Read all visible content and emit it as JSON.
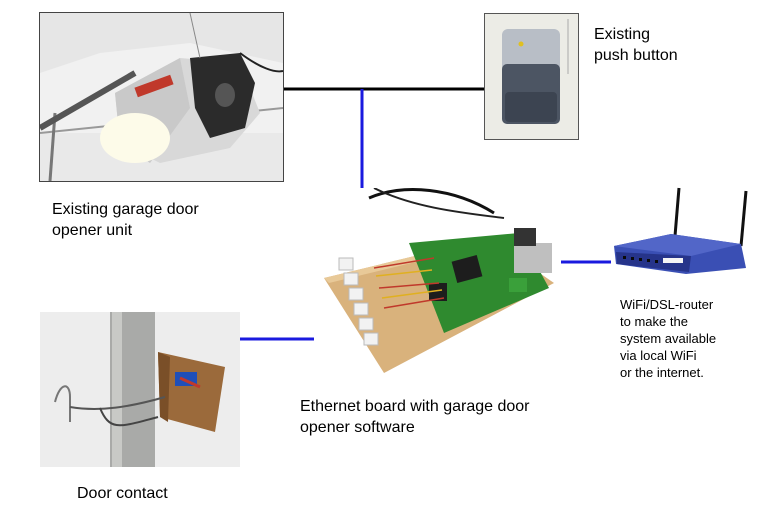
{
  "diagram": {
    "labels": {
      "opener": "Existing garage door\nopener unit",
      "button": "Existing\npush button",
      "router": "WiFi/DSL-router\nto make the\nsystem available\nvia local WiFi\nor the internet.",
      "board": "Ethernet board with garage door\nopener software",
      "contact": "Door contact"
    },
    "colors": {
      "power_line": "#000000",
      "network_line": "#1a1adf",
      "board_wood": "#d9b27c",
      "pcb": "#2f8a2f",
      "router_body": "#3a4fb4"
    },
    "icons": {
      "opener": "garage-door-opener-photo",
      "button": "wall-push-button-photo",
      "board": "ethernet-board-photo",
      "router": "wifi-router-photo",
      "contact": "door-contact-photo"
    }
  }
}
